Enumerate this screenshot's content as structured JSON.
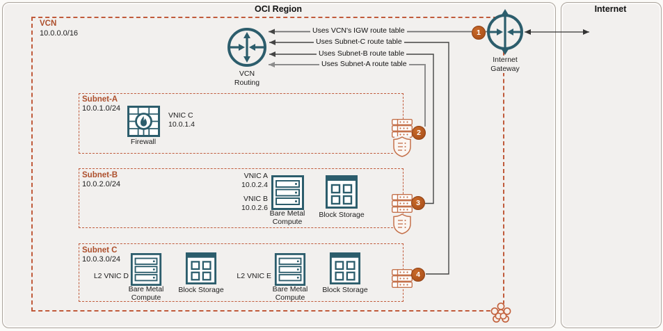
{
  "region": {
    "title": "OCI Region"
  },
  "internet_zone": {
    "title": "Internet"
  },
  "vcn": {
    "label": "VCN",
    "cidr": "10.0.0.0/16"
  },
  "vcn_routing": {
    "label_line1": "VCN",
    "label_line2": "Routing"
  },
  "internet_gateway": {
    "label_line1": "Internet",
    "label_line2": "Gateway"
  },
  "route_annotations": {
    "igw": "Uses VCN's IGW route table",
    "subnet_c": "Uses Subnet-C route table",
    "subnet_b": "Uses Subnet-B route table",
    "subnet_a": "Uses Subnet-A route table"
  },
  "badges": {
    "igw": "1",
    "subnet_a": "2",
    "subnet_b": "3",
    "subnet_c": "4"
  },
  "subnet_a": {
    "name": "Subnet-A",
    "cidr": "10.0.1.0/24",
    "vnic_label": "VNIC C",
    "vnic_ip": "10.0.1.4"
  },
  "subnet_b": {
    "name": "Subnet-B",
    "cidr": "10.0.2.0/24",
    "vnic_a_label": "VNIC A",
    "vnic_a_ip": "10.0.2.4",
    "vnic_b_label": "VNIC B",
    "vnic_b_ip": "10.0.2.6"
  },
  "subnet_c": {
    "name": "Subnet C",
    "cidr": "10.0.3.0/24",
    "l2_vnic_d": "L2 VNIC D",
    "l2_vnic_e": "L2 VNIC E"
  },
  "captions": {
    "firewall": "Firewall",
    "bare_metal_line1": "Bare Metal",
    "bare_metal_line2": "Compute",
    "block_storage": "Block Storage"
  },
  "colors": {
    "accent_orange": "#C05A3A",
    "label_orange": "#AD4F2C",
    "badge_orange": "#B4541E",
    "icon_teal": "#2C5D6C",
    "panel_fill": "#F2F0EE"
  }
}
